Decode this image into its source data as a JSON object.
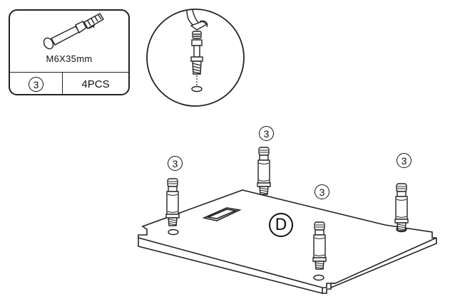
{
  "part_table": {
    "spec": "M6X35mm",
    "part_id": "3",
    "quantity": "4PCS"
  },
  "callouts": [
    "3",
    "3",
    "3",
    "3",
    "3"
  ],
  "panel": {
    "label": "D"
  },
  "icons": [
    "cam-bolt-icon",
    "screwdriver-icon",
    "detail-circle",
    "panel-d"
  ]
}
